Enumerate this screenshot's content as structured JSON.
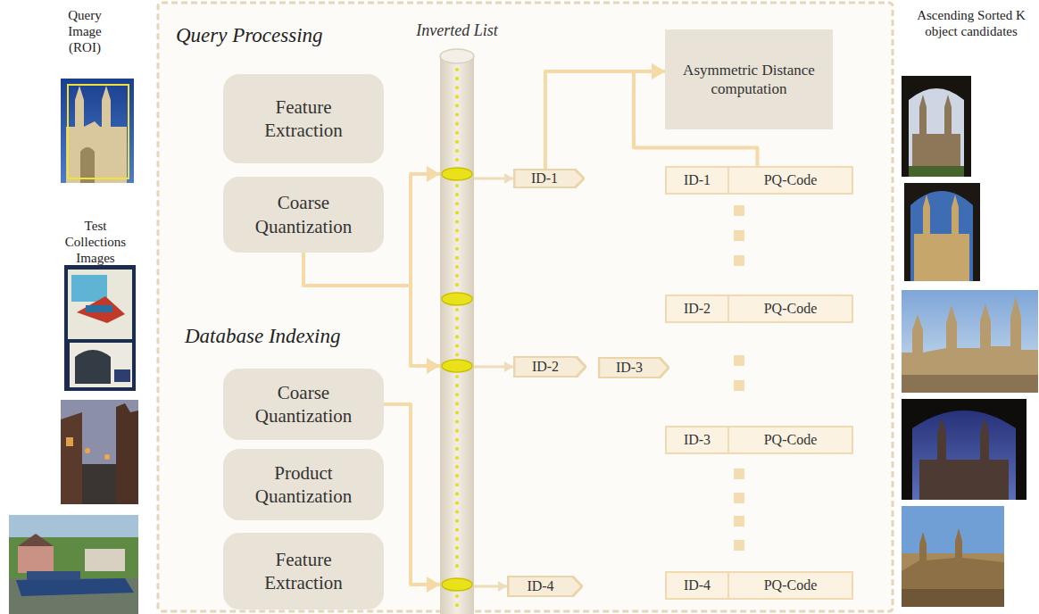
{
  "diagram": {
    "nodes": [
      {
        "text": [
          "Feature Extraction"
        ]
      },
      {
        "text": [
          "Coarse Quantization"
        ]
      },
      {
        "text": [
          "Inverted List"
        ]
      },
      {
        "text": [
          "Asymmetric Distance computation"
        ]
      },
      {
        "text": [
          "ID-1"
        ]
      },
      {
        "text": [
          "ID-1",
          "PQ-Code"
        ]
      },
      {
        "text": [
          "ID-2",
          "PQ-Code"
        ]
      },
      {
        "text": [
          "ID-2"
        ]
      },
      {
        "text": [
          "ID-3"
        ]
      },
      {
        "text": [
          "ID-3",
          "PQ-Code"
        ]
      },
      {
        "text": [
          "Coarse Quantization"
        ]
      },
      {
        "text": [
          "Product Quantization"
        ]
      },
      {
        "text": [
          "Feature Extraction"
        ]
      },
      {
        "text": [
          "ID-4"
        ]
      },
      {
        "text": [
          "ID-4",
          "PQ-Code"
        ]
      }
    ],
    "edges": [
      {
        "from": 1,
        "to": 2,
        "arrow": "to"
      },
      {
        "from": 10,
        "to": 2,
        "arrow": "to"
      },
      {
        "from": 2,
        "to": 4,
        "arrow": "to"
      },
      {
        "from": 2,
        "to": 7,
        "arrow": "to"
      },
      {
        "from": 2,
        "to": 13,
        "arrow": "to"
      },
      {
        "from": 4,
        "to": 3,
        "arrow": "to"
      },
      {
        "from": 5,
        "to": 3,
        "arrow": "to"
      }
    ],
    "labels": [
      "Query Image (ROI)",
      "Test Collections Images",
      "Ascending Sorted K object candidates",
      "Query Processing",
      "Database Indexing"
    ]
  }
}
